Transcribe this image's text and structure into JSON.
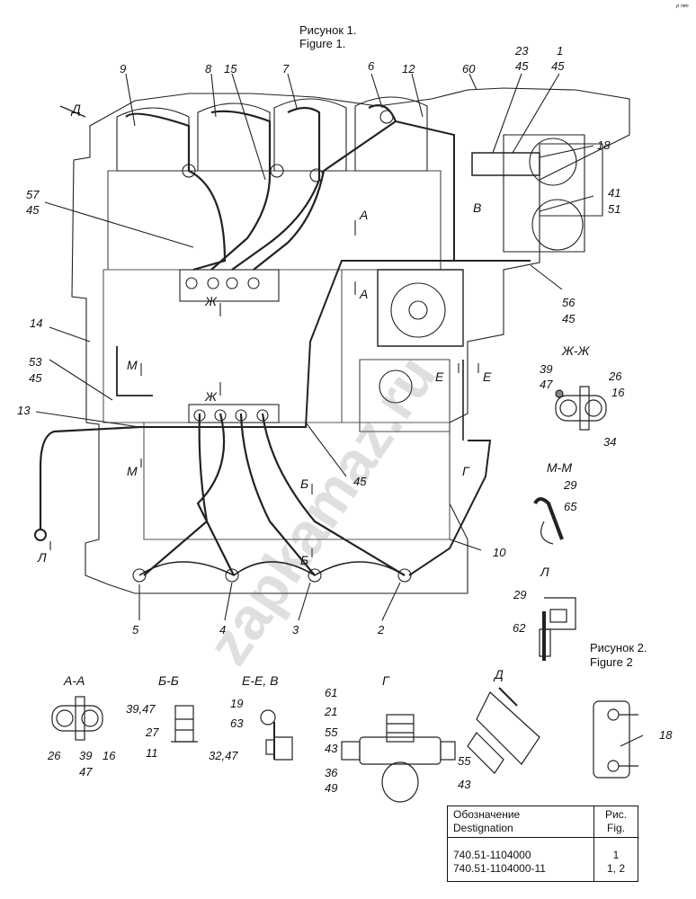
{
  "titles": {
    "fig1_ru": "Рисунок 1.",
    "fig1_en": "Figure 1.",
    "fig2_ru": "Рисунок 2.",
    "fig2_en": "Figure 2"
  },
  "watermark": "zapkamaz.ru",
  "corner_mark": "ᵖ ᵐᵐ",
  "callouts": {
    "c9": "9",
    "c8": "8",
    "c15": "15",
    "c7": "7",
    "c6": "6",
    "c12": "12",
    "c60": "60",
    "c23": "23",
    "c45a": "45",
    "c1": "1",
    "c45b": "45",
    "c18": "18",
    "c57": "57",
    "c45c": "45",
    "c41": "41",
    "c51": "51",
    "c14": "14",
    "c53": "53",
    "c45d": "45",
    "c13": "13",
    "c56": "56",
    "c45e": "45",
    "c45f": "45",
    "c10": "10",
    "c5": "5",
    "c4": "4",
    "c3": "3",
    "c2": "2",
    "zz39": "39",
    "zz47": "47",
    "zz26": "26",
    "zz16": "16",
    "zz34": "34",
    "mm29": "29",
    "mm65": "65",
    "l29": "29",
    "l62": "62",
    "aa26": "26",
    "aa39": "39",
    "aa16": "16",
    "aa47": "47",
    "bb3947": "39,47",
    "bb27": "27",
    "bb11": "11",
    "ee19": "19",
    "ee63": "63",
    "ee3247": "32,47",
    "g61": "61",
    "g21": "21",
    "g55": "55",
    "g43": "43",
    "g36": "36",
    "g49": "49",
    "d55": "55",
    "d43": "43",
    "f2_18": "18"
  },
  "section_marks": {
    "D_arrow": "Д",
    "A_top": "А",
    "A_bot": "А",
    "V": "В",
    "Zh_top": "Ж",
    "Zh_bot": "Ж",
    "M_top": "М",
    "M_bot": "М",
    "E_left": "Е",
    "E_right": "Е",
    "B_top": "Б",
    "B_bot": "Б",
    "G": "Г",
    "L": "Л"
  },
  "section_titles": {
    "zhzh": "Ж-Ж",
    "mm": "М-М",
    "l": "Л",
    "aa": "А-А",
    "bb": "Б-Б",
    "eev": "Е-Е, В",
    "g": "Г",
    "d": "Д"
  },
  "designation_table": {
    "col1_ru": "Обозначение",
    "col1_en": "Destignation",
    "col2_ru": "Рис.",
    "col2_en": "Fig.",
    "rows": [
      {
        "code": "740.51-1104000",
        "fig": "1"
      },
      {
        "code": "740.51-1104000-11",
        "fig": "1, 2"
      }
    ]
  }
}
